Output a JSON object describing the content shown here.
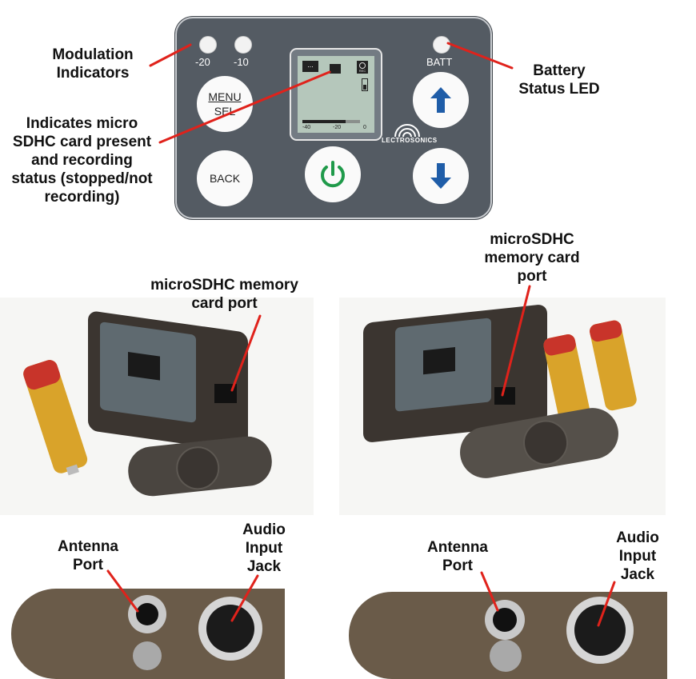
{
  "panel": {
    "led_left_label": "-20",
    "led_mid_label": "-10",
    "batt_label": "BATT",
    "menu_label": "MENU",
    "sel_label": "SEL",
    "back_label": "BACK",
    "brand": "LECTROSONICS",
    "lcd_scale": {
      "left": "-40",
      "mid": "-20",
      "right": "0"
    },
    "lcd_rec": "REC",
    "lcd_dots": "...",
    "colors": {
      "panel": "#545b63",
      "arrow": "#1f5da8",
      "power": "#1f9a4a"
    }
  },
  "callouts": {
    "modulation": [
      "Modulation",
      "Indicators"
    ],
    "battery": [
      "Battery",
      "Status LED"
    ],
    "sdcard_status": [
      "Indicates micro",
      "SDHC card present",
      "and recording",
      "status (stopped/not",
      "recording)"
    ],
    "port_left": [
      "microSDHC memory",
      "card port"
    ],
    "port_right": [
      "microSDHC",
      "memory card",
      "port"
    ],
    "antenna_left": [
      "Antenna",
      "Port"
    ],
    "audio_left": [
      "Audio",
      "Input",
      "Jack"
    ],
    "antenna_right": [
      "Antenna",
      "Port"
    ],
    "audio_right": [
      "Audio",
      "Input",
      "Jack"
    ]
  }
}
